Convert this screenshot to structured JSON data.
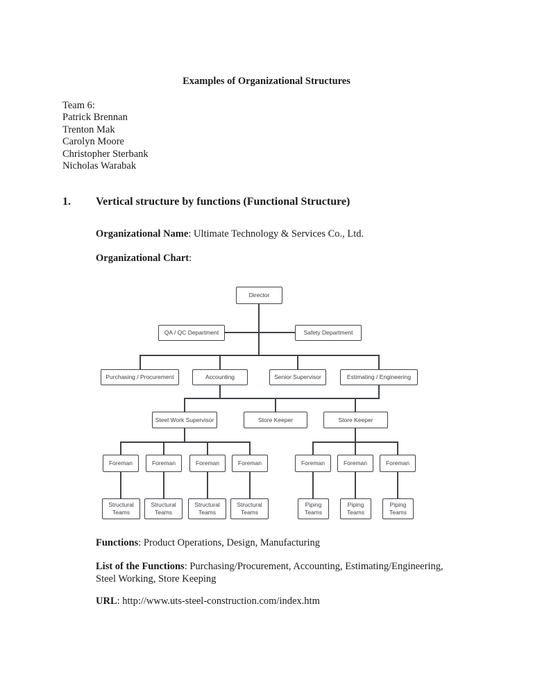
{
  "page": {
    "title": "Examples of Organizational Structures",
    "team": {
      "label": "Team 6:",
      "members": [
        "Patrick Brennan",
        "Trenton Mak",
        "Carolyn Moore",
        "Christopher Sterbank",
        "Nicholas Warabak"
      ]
    },
    "section": {
      "number": "1.",
      "heading": "Vertical structure by functions (Functional Structure)"
    },
    "fields": {
      "org_name_label": "Organizational Name",
      "org_name_value": ": Ultimate Technology & Services Co., Ltd.",
      "org_chart_label": "Organizational Chart",
      "org_chart_value": ":",
      "functions_label": "Functions",
      "functions_value": ": Product Operations, Design, Manufacturing",
      "list_functions_label": "List of the Functions",
      "list_functions_value": ": Purchasing/Procurement, Accounting, Estimating/Engineering, Steel Working, Store Keeping",
      "url_label": "URL",
      "url_value": ": http://www.uts-steel-construction.com/index.htm"
    }
  },
  "org_chart": {
    "nodes": {
      "director": "Director",
      "qa_qc": "QA / QC Department",
      "safety": "Safety Department",
      "purchasing": "Purchasing / Procurement",
      "accounting": "Accounting",
      "senior_supervisor": "Senior Supervisor",
      "estimating": "Estimating / Engineering",
      "steel_work_supervisor": "Steel Work Supervisor",
      "store_keeper": "Store Keeper",
      "foreman": "Foreman",
      "structural_teams": "Structural Teams",
      "piping_teams": "Piping Teams"
    },
    "hierarchy": {
      "root": "Director",
      "staff_under_director": [
        "QA / QC Department",
        "Safety Department"
      ],
      "departments": [
        "Purchasing / Procurement",
        "Accounting",
        "Senior Supervisor",
        "Estimating / Engineering"
      ],
      "supervisor_row": [
        "Steel Work Supervisor",
        "Store Keeper",
        "Store Keeper"
      ],
      "steel_work_supervisor_children": [
        "Foreman",
        "Foreman",
        "Foreman",
        "Foreman"
      ],
      "right_store_keeper_children": [
        "Foreman",
        "Foreman",
        "Foreman"
      ],
      "left_foreman_teams": "Structural Teams",
      "right_foreman_teams": "Piping Teams"
    },
    "colors": {
      "line": "#3f4347",
      "text": "#3c4045",
      "background": "#ffffff"
    }
  }
}
